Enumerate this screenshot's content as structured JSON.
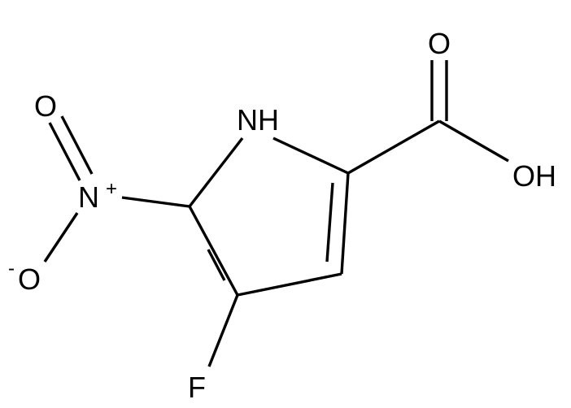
{
  "diagram": {
    "type": "chemical-structure",
    "atoms": {
      "nh": "NH",
      "oh": "OH",
      "o_carbonyl": "O",
      "n_nitro": "N",
      "n_nitro_charge": "+",
      "o_nitro_double": "O",
      "o_nitro_single": "O",
      "o_nitro_single_charge": "-",
      "fluorine": "F"
    },
    "colors": {
      "line": "#000000",
      "background": "#ffffff"
    }
  }
}
